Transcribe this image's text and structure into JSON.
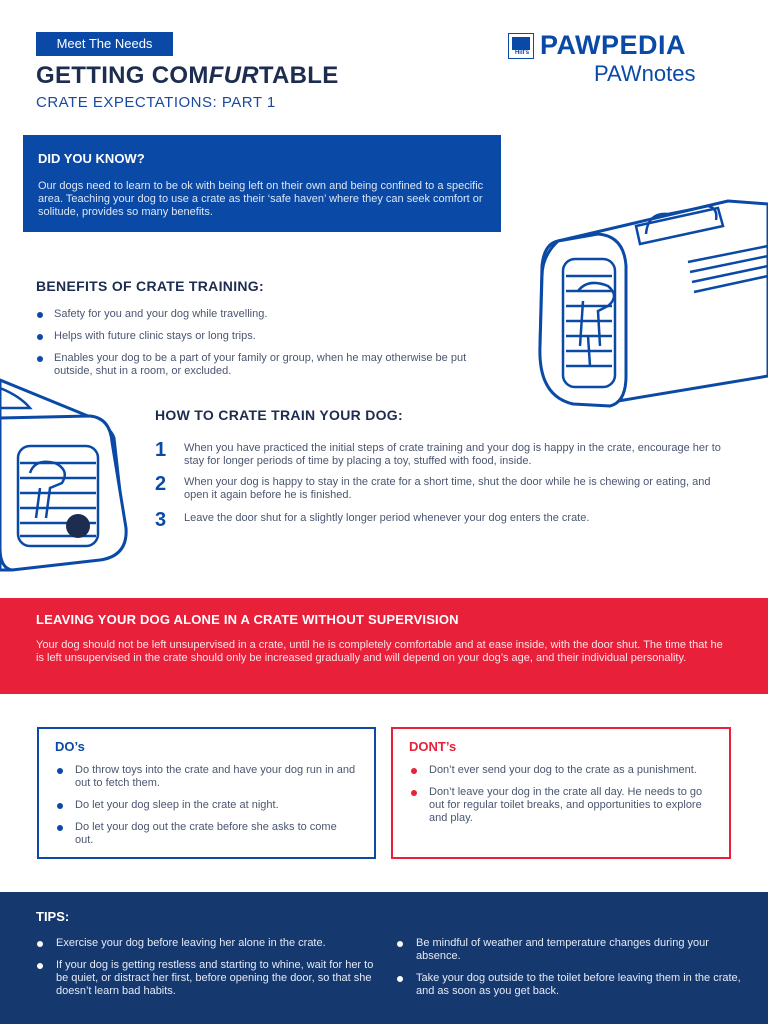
{
  "header": {
    "tag": "Meet The Needs",
    "title_pre": "GETTING COM",
    "title_em": "FUR",
    "title_post": "TABLE",
    "subtitle": "CRATE EXPECTATIONS: PART 1"
  },
  "brand": {
    "logo_text": "Hill's",
    "name": "PAWPEDIA",
    "sub": "PAWnotes"
  },
  "did_you_know": {
    "title": "DID YOU KNOW?",
    "body": "Our dogs need to learn to be ok with being left on their own and being confined to a specific area. Teaching your dog to use a crate as their ‘safe haven’ where they can seek comfort or solitude, provides so many benefits."
  },
  "benefits": {
    "title": "BENEFITS OF CRATE TRAINING:",
    "items": [
      "Safety for you and your dog while travelling.",
      "Helps with future clinic stays or long trips.",
      "Enables your dog to be a part of your family or group, when he may otherwise be put outside, shut in a room, or excluded."
    ]
  },
  "how_to": {
    "title": "HOW TO CRATE TRAIN YOUR DOG:",
    "steps": [
      {
        "num": "1",
        "text": "When you have practiced the initial steps of crate training and your dog is happy in the crate, encourage her to stay for longer periods of time by placing a toy, stuffed with food, inside."
      },
      {
        "num": "2",
        "text": "When your dog is happy to stay in the crate for a short time, shut the door while he is chewing or eating, and open it again before he is finished."
      },
      {
        "num": "3",
        "text": "Leave the door shut for a slightly longer period whenever your dog enters the crate."
      }
    ]
  },
  "leaving": {
    "title": "LEAVING YOUR DOG ALONE IN A CRATE WITHOUT SUPERVISION",
    "body": "Your dog should not be left unsupervised in a crate, until he is completely comfortable and at ease inside, with the door shut. The time that he is left unsupervised in the crate should only be increased gradually and will depend on your dog’s age, and their individual personality."
  },
  "dos": {
    "title": "DO’s",
    "items": [
      "Do throw toys into the crate and have your dog run in and out to fetch them.",
      "Do let your dog sleep in the crate at night.",
      "Do let your dog out the crate before she asks to come out."
    ]
  },
  "donts": {
    "title": "DONT’s",
    "items": [
      "Don’t ever send your dog to the crate as a punishment.",
      "Don’t leave your dog in the crate all day. He needs to go out for regular toilet breaks, and opportunities to explore and play."
    ]
  },
  "tips": {
    "title": "TIPS:",
    "left": [
      "Exercise your dog before leaving her alone in the crate.",
      "If your dog is getting restless and starting to whine, wait for her to be quiet, or distract her first, before opening the door, so that she doesn’t learn bad habits."
    ],
    "right": [
      "Be mindful of weather and temperature changes during your absence.",
      "Take your dog outside to the toilet before leaving them in the crate, and as soon as you get back."
    ]
  },
  "colors": {
    "brand_blue": "#0a4aa6",
    "alert_red": "#e8203a",
    "tips_navy": "#15386e"
  }
}
